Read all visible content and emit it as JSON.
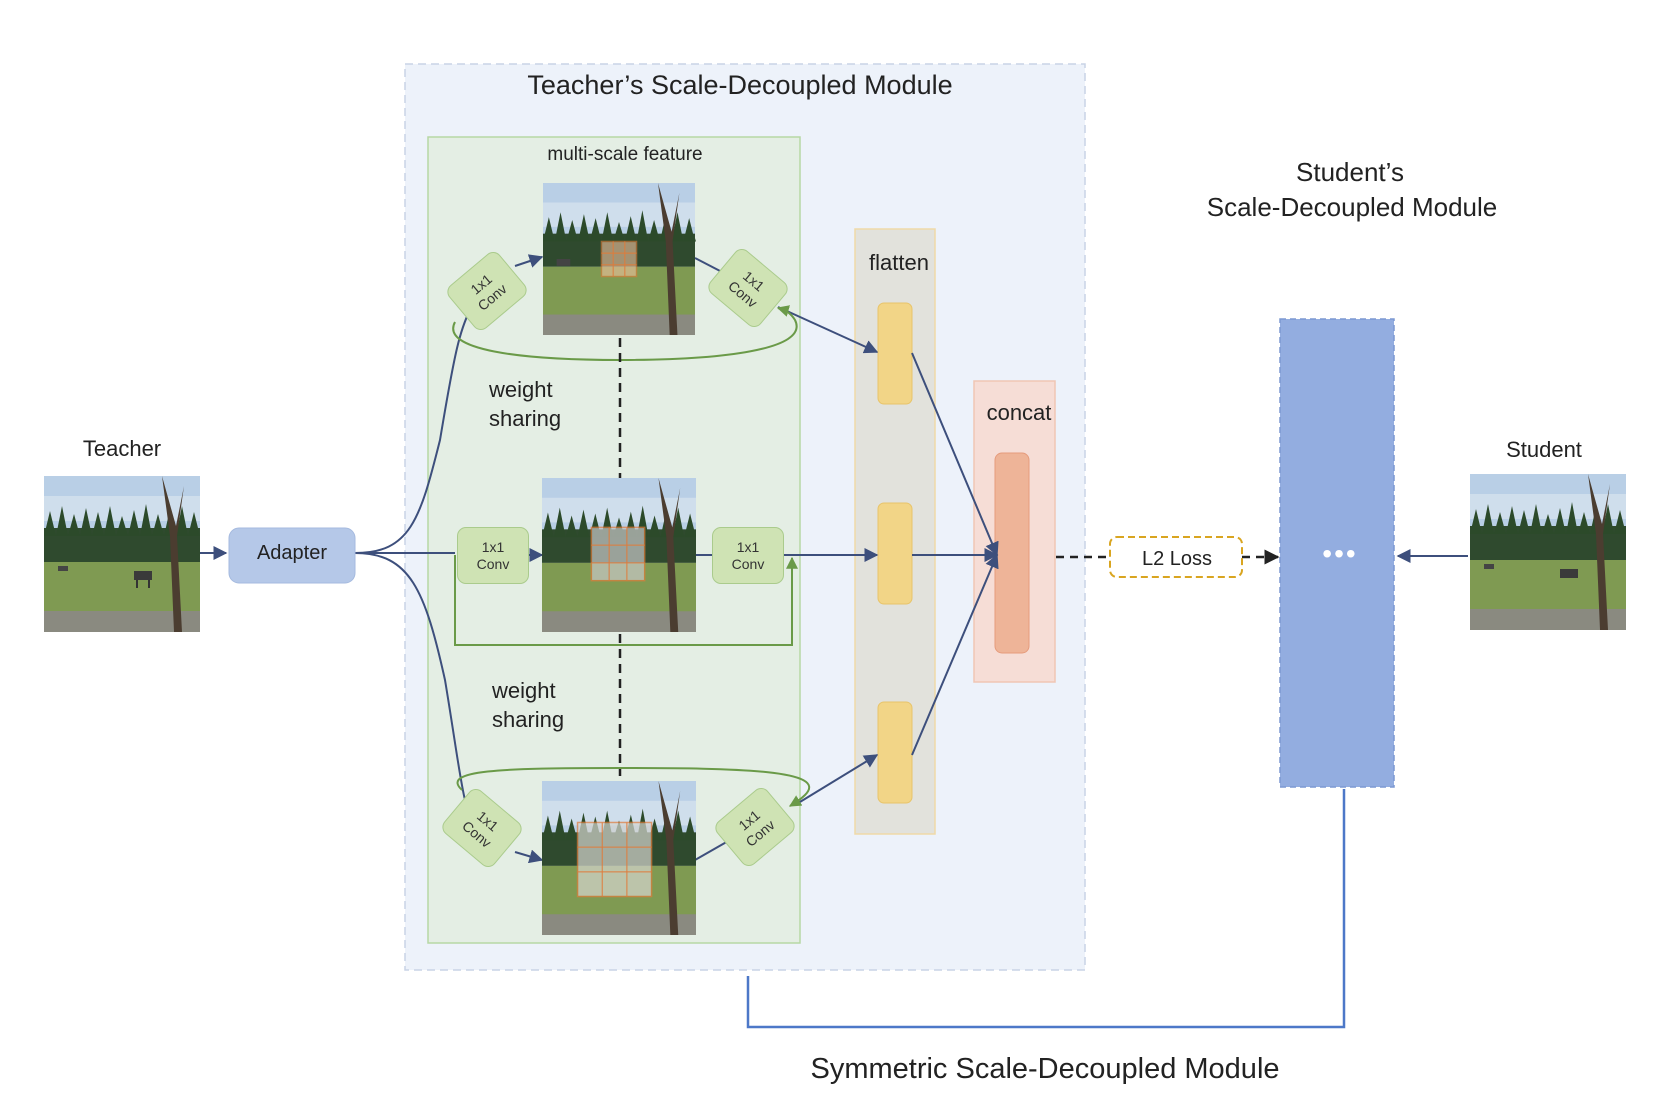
{
  "title_teacher_module": "Teacher’s Scale-Decoupled Module",
  "multiscale_label": "multi-scale feature",
  "student_module_title": [
    "Student’s",
    "Scale-Decoupled Module"
  ],
  "teacher_label": "Teacher",
  "student_label": "Student",
  "adapter_label": "Adapter",
  "conv_label": [
    "1x1",
    "Conv"
  ],
  "weight_sharing": [
    "weight",
    "sharing"
  ],
  "flatten_label": "flatten",
  "concat_label": "concat",
  "loss_label": "L2 Loss",
  "ellipsis": "•••",
  "bottom_title": "Symmetric Scale-Decoupled Module",
  "colors": {
    "module_bg": "#edf2fa",
    "green_panel": "#e4eee4",
    "green_border": "#b6d8a4",
    "conv_fill": "#cfe3b4",
    "adapter": "#b5c8e8",
    "flatten_bg": "#e2e2dc",
    "yellow_token": "#f2d587",
    "concat_bg": "#f6ddd6",
    "concat_inner": "#eeb498",
    "student_block": "#93ade0",
    "arrow": "#3d4f7c",
    "green_line": "#6a9a48",
    "loss_border": "#d9a520",
    "connector_blue": "#4d78c8"
  },
  "icons": [
    "field-photo",
    "arrow-right",
    "ellipsis-icon"
  ]
}
